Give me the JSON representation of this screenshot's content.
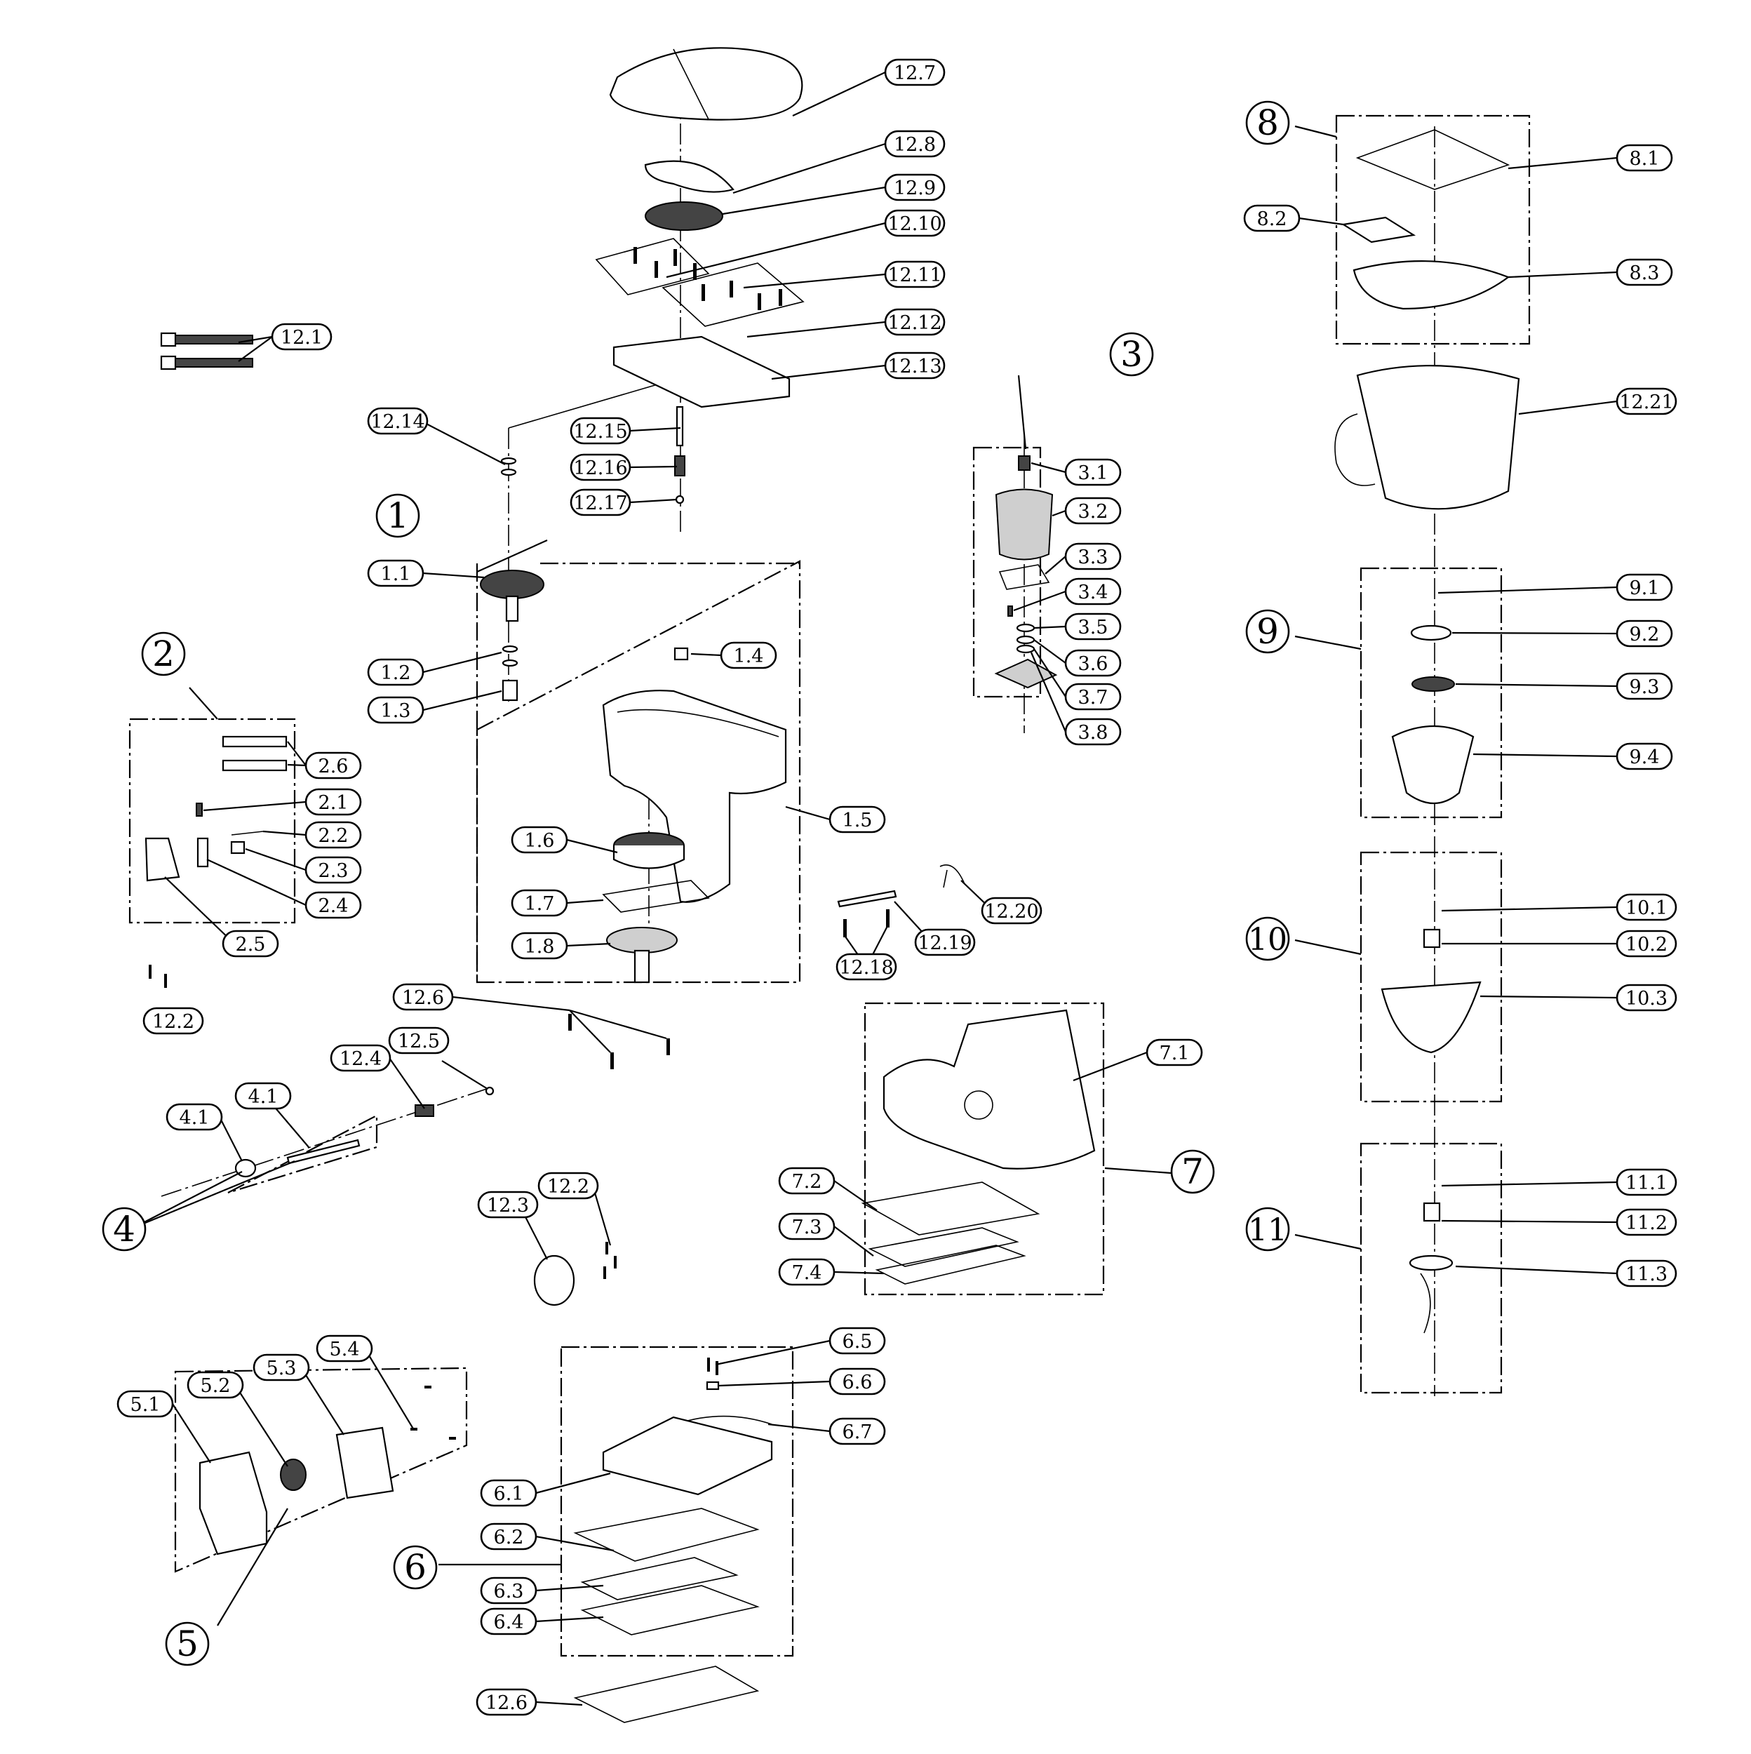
{
  "diagram": {
    "part_labels": [
      {
        "id": "12.7",
        "label": "12.7"
      },
      {
        "id": "12.8",
        "label": "12.8"
      },
      {
        "id": "12.9",
        "label": "12.9"
      },
      {
        "id": "12.10",
        "label": "12.10"
      },
      {
        "id": "12.11",
        "label": "12.11"
      },
      {
        "id": "12.12",
        "label": "12.12"
      },
      {
        "id": "12.13",
        "label": "12.13"
      },
      {
        "id": "12.1",
        "label": "12.1"
      },
      {
        "id": "12.14",
        "label": "12.14"
      },
      {
        "id": "12.15",
        "label": "12.15"
      },
      {
        "id": "12.16",
        "label": "12.16"
      },
      {
        "id": "12.17",
        "label": "12.17"
      },
      {
        "id": "1.1",
        "label": "1.1"
      },
      {
        "id": "1.2",
        "label": "1.2"
      },
      {
        "id": "1.3",
        "label": "1.3"
      },
      {
        "id": "1.4",
        "label": "1.4"
      },
      {
        "id": "1.5",
        "label": "1.5"
      },
      {
        "id": "1.6",
        "label": "1.6"
      },
      {
        "id": "1.7",
        "label": "1.7"
      },
      {
        "id": "1.8",
        "label": "1.8"
      },
      {
        "id": "2.6",
        "label": "2.6"
      },
      {
        "id": "2.1",
        "label": "2.1"
      },
      {
        "id": "2.2",
        "label": "2.2"
      },
      {
        "id": "2.3",
        "label": "2.3"
      },
      {
        "id": "2.4",
        "label": "2.4"
      },
      {
        "id": "2.5",
        "label": "2.5"
      },
      {
        "id": "12.2a",
        "label": "12.2"
      },
      {
        "id": "3.1",
        "label": "3.1"
      },
      {
        "id": "3.2",
        "label": "3.2"
      },
      {
        "id": "3.3",
        "label": "3.3"
      },
      {
        "id": "3.4",
        "label": "3.4"
      },
      {
        "id": "3.5",
        "label": "3.5"
      },
      {
        "id": "3.6",
        "label": "3.6"
      },
      {
        "id": "3.7",
        "label": "3.7"
      },
      {
        "id": "3.8",
        "label": "3.8"
      },
      {
        "id": "12.20",
        "label": "12.20"
      },
      {
        "id": "12.19",
        "label": "12.19"
      },
      {
        "id": "12.18",
        "label": "12.18"
      },
      {
        "id": "12.6a",
        "label": "12.6"
      },
      {
        "id": "12.5",
        "label": "12.5"
      },
      {
        "id": "12.4",
        "label": "12.4"
      },
      {
        "id": "4.1a",
        "label": "4.1"
      },
      {
        "id": "4.1b",
        "label": "4.1"
      },
      {
        "id": "12.3",
        "label": "12.3"
      },
      {
        "id": "12.2b",
        "label": "12.2"
      },
      {
        "id": "7.1",
        "label": "7.1"
      },
      {
        "id": "7.2",
        "label": "7.2"
      },
      {
        "id": "7.3",
        "label": "7.3"
      },
      {
        "id": "7.4",
        "label": "7.4"
      },
      {
        "id": "5.1",
        "label": "5.1"
      },
      {
        "id": "5.2",
        "label": "5.2"
      },
      {
        "id": "5.3",
        "label": "5.3"
      },
      {
        "id": "5.4",
        "label": "5.4"
      },
      {
        "id": "6.5",
        "label": "6.5"
      },
      {
        "id": "6.6",
        "label": "6.6"
      },
      {
        "id": "6.7",
        "label": "6.7"
      },
      {
        "id": "6.1",
        "label": "6.1"
      },
      {
        "id": "6.2",
        "label": "6.2"
      },
      {
        "id": "6.3",
        "label": "6.3"
      },
      {
        "id": "6.4",
        "label": "6.4"
      },
      {
        "id": "12.6b",
        "label": "12.6"
      },
      {
        "id": "8.1",
        "label": "8.1"
      },
      {
        "id": "8.2",
        "label": "8.2"
      },
      {
        "id": "8.3",
        "label": "8.3"
      },
      {
        "id": "12.21",
        "label": "12.21"
      },
      {
        "id": "9.1",
        "label": "9.1"
      },
      {
        "id": "9.2",
        "label": "9.2"
      },
      {
        "id": "9.3",
        "label": "9.3"
      },
      {
        "id": "9.4",
        "label": "9.4"
      },
      {
        "id": "10.1",
        "label": "10.1"
      },
      {
        "id": "10.2",
        "label": "10.2"
      },
      {
        "id": "10.3",
        "label": "10.3"
      },
      {
        "id": "11.1",
        "label": "11.1"
      },
      {
        "id": "11.2",
        "label": "11.2"
      },
      {
        "id": "11.3",
        "label": "11.3"
      }
    ],
    "group_labels": [
      {
        "id": "g1",
        "label": "1"
      },
      {
        "id": "g2",
        "label": "2"
      },
      {
        "id": "g3",
        "label": "3"
      },
      {
        "id": "g4",
        "label": "4"
      },
      {
        "id": "g5",
        "label": "5"
      },
      {
        "id": "g6",
        "label": "6"
      },
      {
        "id": "g7",
        "label": "7"
      },
      {
        "id": "g8",
        "label": "8"
      },
      {
        "id": "g9",
        "label": "9"
      },
      {
        "id": "g10",
        "label": "10"
      },
      {
        "id": "g11",
        "label": "11"
      }
    ]
  }
}
